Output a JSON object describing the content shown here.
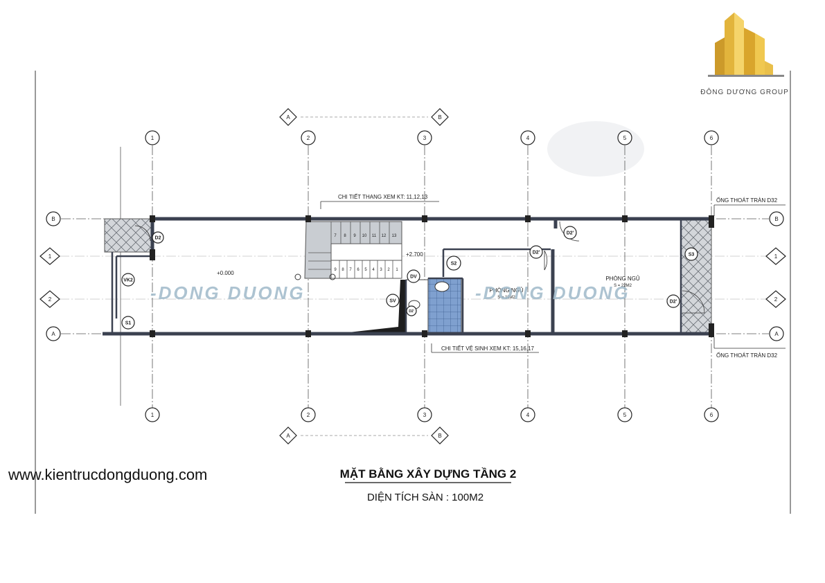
{
  "grid_labels": {
    "columns": [
      "1",
      "2",
      "3",
      "4",
      "5",
      "6"
    ],
    "rows_ab": [
      "B",
      "A"
    ],
    "rows_12": [
      "1",
      "2"
    ],
    "section_markers": [
      "A",
      "B"
    ]
  },
  "notes": {
    "stair_detail": "CHI TIẾT THANG XEM KT: 11,12,13",
    "wc_detail": "CHI TIẾT VỆ SINH XEM KT: 15,16,17",
    "drain_top": "ỐNG THOÁT TRÀN D32",
    "drain_bottom": "ỐNG THOÁT TRÀN D32"
  },
  "levels": {
    "floor": "+0.000",
    "landing": "+2.700"
  },
  "stair": {
    "upper_steps": [
      "7",
      "8",
      "9",
      "10",
      "11",
      "12",
      "13"
    ],
    "lower_steps": [
      "9",
      "8",
      "7",
      "6",
      "5",
      "4",
      "3",
      "2",
      "1"
    ]
  },
  "rooms": {
    "bedroom1_name": "PHÒNG NGỦ",
    "bedroom1_area": "S = 11M2",
    "bedroom2_name": "PHÒNG NGỦ",
    "bedroom2_area": "S = 22M2"
  },
  "tags": {
    "d2": "D2",
    "vk2": "VK2",
    "s1": "S1",
    "s2": "S2",
    "s3": "S3",
    "dv": "DV",
    "sv": "SV",
    "d2a": "D2'",
    "d2b": "D2'",
    "d2c": "D2'",
    "d2d": "D2'"
  },
  "watermarks": {
    "left": "-DONG DUONG",
    "right": "-DONG DUONG"
  },
  "logo": {
    "text": "ĐÔNG DƯƠNG GROUP",
    "color": "#e2b43c"
  },
  "website": "www.kientrucdongduong.com",
  "title": "MẶT BẰNG XÂY DỰNG TẦNG 2",
  "subtitle": "DIỆN TÍCH SÀN : 100M2"
}
